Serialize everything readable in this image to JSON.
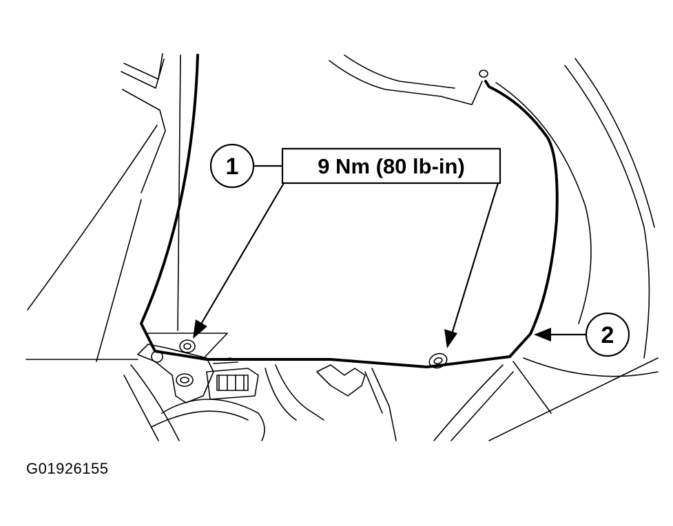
{
  "callouts": [
    {
      "number": "1"
    },
    {
      "number": "2"
    }
  ],
  "torque_label": "9 Nm (80 lb-in)",
  "figure_id": "G01926155"
}
